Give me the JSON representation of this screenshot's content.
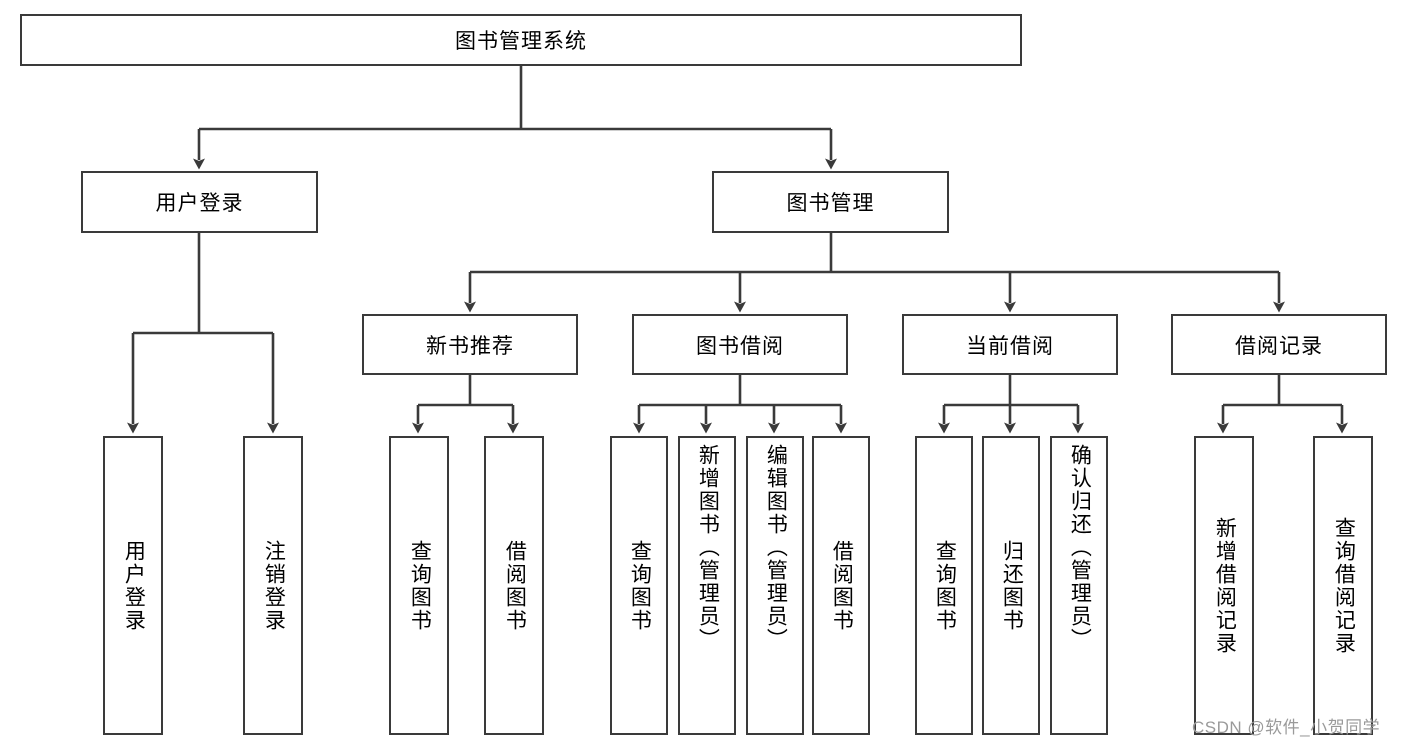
{
  "diagram": {
    "type": "tree",
    "title": "图书管理系统",
    "root": {
      "label": "图书管理系统"
    },
    "level2": [
      {
        "id": "user-login",
        "label": "用户登录"
      },
      {
        "id": "book-manage",
        "label": "图书管理"
      }
    ],
    "level3": [
      {
        "id": "new-book-rec",
        "label": "新书推荐"
      },
      {
        "id": "book-borrow",
        "label": "图书借阅"
      },
      {
        "id": "current-borrow",
        "label": "当前借阅"
      },
      {
        "id": "borrow-record",
        "label": "借阅记录"
      }
    ],
    "leaves": {
      "user_login": [
        {
          "id": "leaf-user-login",
          "label": "用户登录"
        },
        {
          "id": "leaf-user-logout",
          "label": "注销登录"
        }
      ],
      "new_book_rec": [
        {
          "id": "leaf-query-book-1",
          "label": "查询图书"
        },
        {
          "id": "leaf-borrow-book-1",
          "label": "借阅图书"
        }
      ],
      "book_borrow": [
        {
          "id": "leaf-query-book-2",
          "label": "查询图书"
        },
        {
          "id": "leaf-add-book",
          "label": "新增图书（管理员）"
        },
        {
          "id": "leaf-edit-book",
          "label": "编辑图书（管理员）"
        },
        {
          "id": "leaf-borrow-book-2",
          "label": "借阅图书"
        }
      ],
      "current_borrow": [
        {
          "id": "leaf-query-book-3",
          "label": "查询图书"
        },
        {
          "id": "leaf-return-book",
          "label": "归还图书"
        },
        {
          "id": "leaf-confirm-return",
          "label": "确认归还（管理员）"
        }
      ],
      "borrow_record": [
        {
          "id": "leaf-add-record",
          "label": "新增借阅记录"
        },
        {
          "id": "leaf-query-record",
          "label": "查询借阅记录"
        }
      ]
    },
    "colors": {
      "border": "#3a3a3a",
      "background": "#ffffff",
      "text": "#000000",
      "watermark": "#9a9a9a"
    }
  },
  "watermark": {
    "text": "CSDN @软件_小贺同学"
  }
}
